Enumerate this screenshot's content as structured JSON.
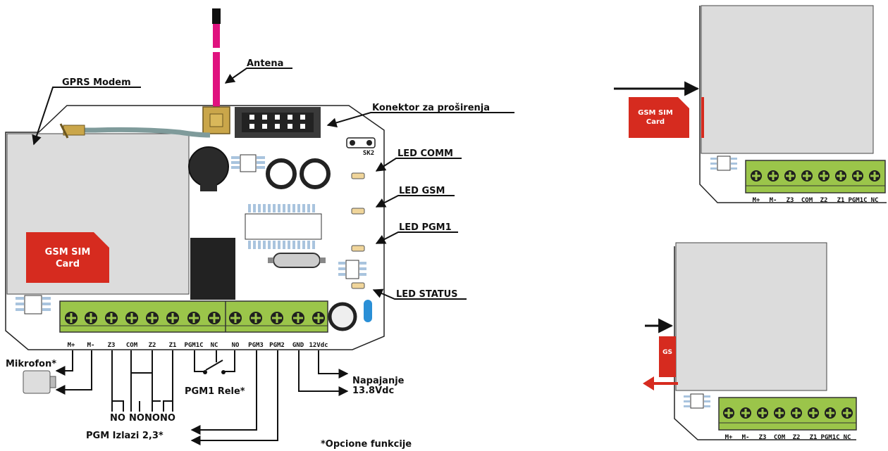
{
  "labels": {
    "antena": "Antena",
    "gprs_modem": "GPRS Modem",
    "konektor": "Konektor za proširenja",
    "led_comm": "LED COMM",
    "led_gsm": "LED GSM",
    "led_pgm1": "LED PGM1",
    "led_status": "LED STATUS",
    "mikrofon": "Mikrofon*",
    "pgm1_rele": "PGM1 Rele*",
    "pgm_izlazi": "PGM Izlazi 2,3*",
    "napajanje_1": "Napajanje",
    "napajanje_2": "13.8Vdc",
    "opcione": "*Opcione funkcije",
    "sim_line1": "GSM SIM",
    "sim_line2": "Card",
    "sim_short": "GS",
    "jumper": "SK2"
  },
  "terminals_main": [
    "M+",
    "M-",
    "Z3",
    "COM",
    "Z2",
    "Z1",
    "PGM1C",
    "NC",
    "NO",
    "PGM3",
    "PGM2",
    "GND",
    "12Vdc"
  ],
  "terminals_mini": [
    "M+",
    "M-",
    "Z3",
    "COM",
    "Z2",
    "Z1",
    "PGM1C",
    "NC"
  ],
  "no_labels": [
    "NO",
    "NO",
    "NO",
    "NO"
  ],
  "colors": {
    "terminal_green": "#9bc54a",
    "sim_red": "#d62b1f",
    "antenna_magenta": "#e0127f",
    "modem_gray": "#dcdcdc",
    "connector_gray": "#3a3a3a"
  }
}
